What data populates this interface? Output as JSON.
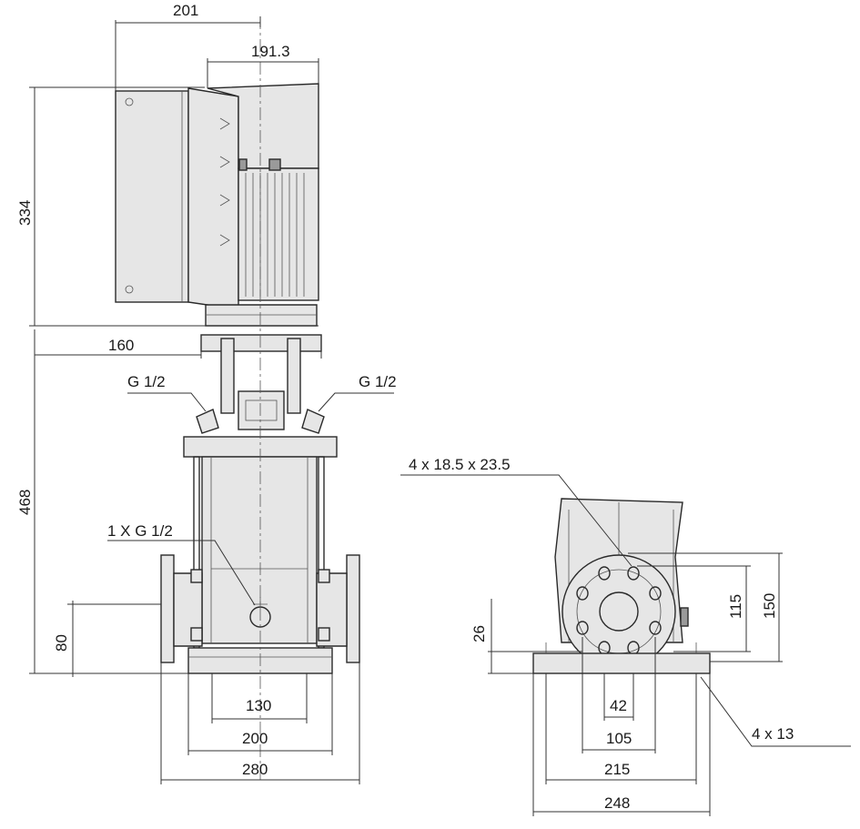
{
  "colors": {
    "line": "#2a2a2a",
    "fill": "#e6e6e6",
    "shade": "#9a9a9a",
    "background": "#ffffff"
  },
  "dimensions": {
    "top_width_201": "201",
    "top_width_191": "191.3",
    "motor_height_334": "334",
    "coupling_width_160": "160",
    "pump_height_468": "468",
    "inlet_height_80": "80",
    "base_inner_130": "130",
    "base_mid_200": "200",
    "base_outer_280": "280",
    "flange_height_26": "26",
    "flange_115": "115",
    "flange_150": "150",
    "bore_42": "42",
    "bolt_circle_105": "105",
    "base_215": "215",
    "base_248": "248"
  },
  "callouts": {
    "port_left": "G 1/2",
    "port_right": "G 1/2",
    "drain_port": "1 X G 1/2",
    "flange_holes": "4 x 18.5 x 23.5",
    "base_holes": "4  x  13"
  }
}
